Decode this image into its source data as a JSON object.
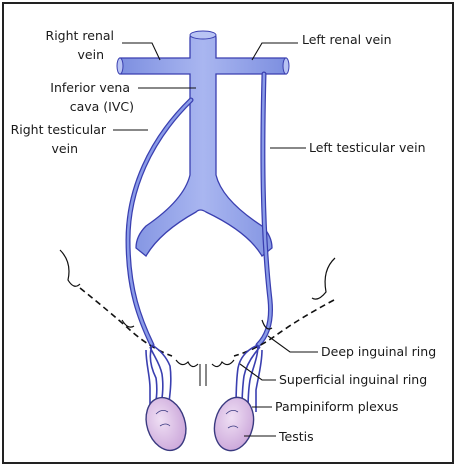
{
  "labels": {
    "right_renal_vein": [
      "Right renal",
      "vein"
    ],
    "left_renal_vein": [
      "Left renal vein"
    ],
    "ivc": [
      "Inferior vena",
      "cava (IVC)"
    ],
    "right_testicular_vein": [
      "Right testicular",
      "vein"
    ],
    "left_testicular_vein": [
      "Left testicular vein"
    ],
    "deep_inguinal_ring": [
      "Deep inguinal ring"
    ],
    "superficial_inguinal_ring": [
      "Superficial inguinal ring"
    ],
    "pampiniform_plexus": [
      "Pampiniform plexus"
    ],
    "testis": [
      "Testis"
    ]
  },
  "colors": {
    "vessel_fill": "#8a9be8",
    "vessel_stroke": "#3a3fb0",
    "testis_fill": "#d9b9e3",
    "testis_stroke": "#3a3a80",
    "line": "#1a1a1a",
    "frame": "#222222"
  }
}
